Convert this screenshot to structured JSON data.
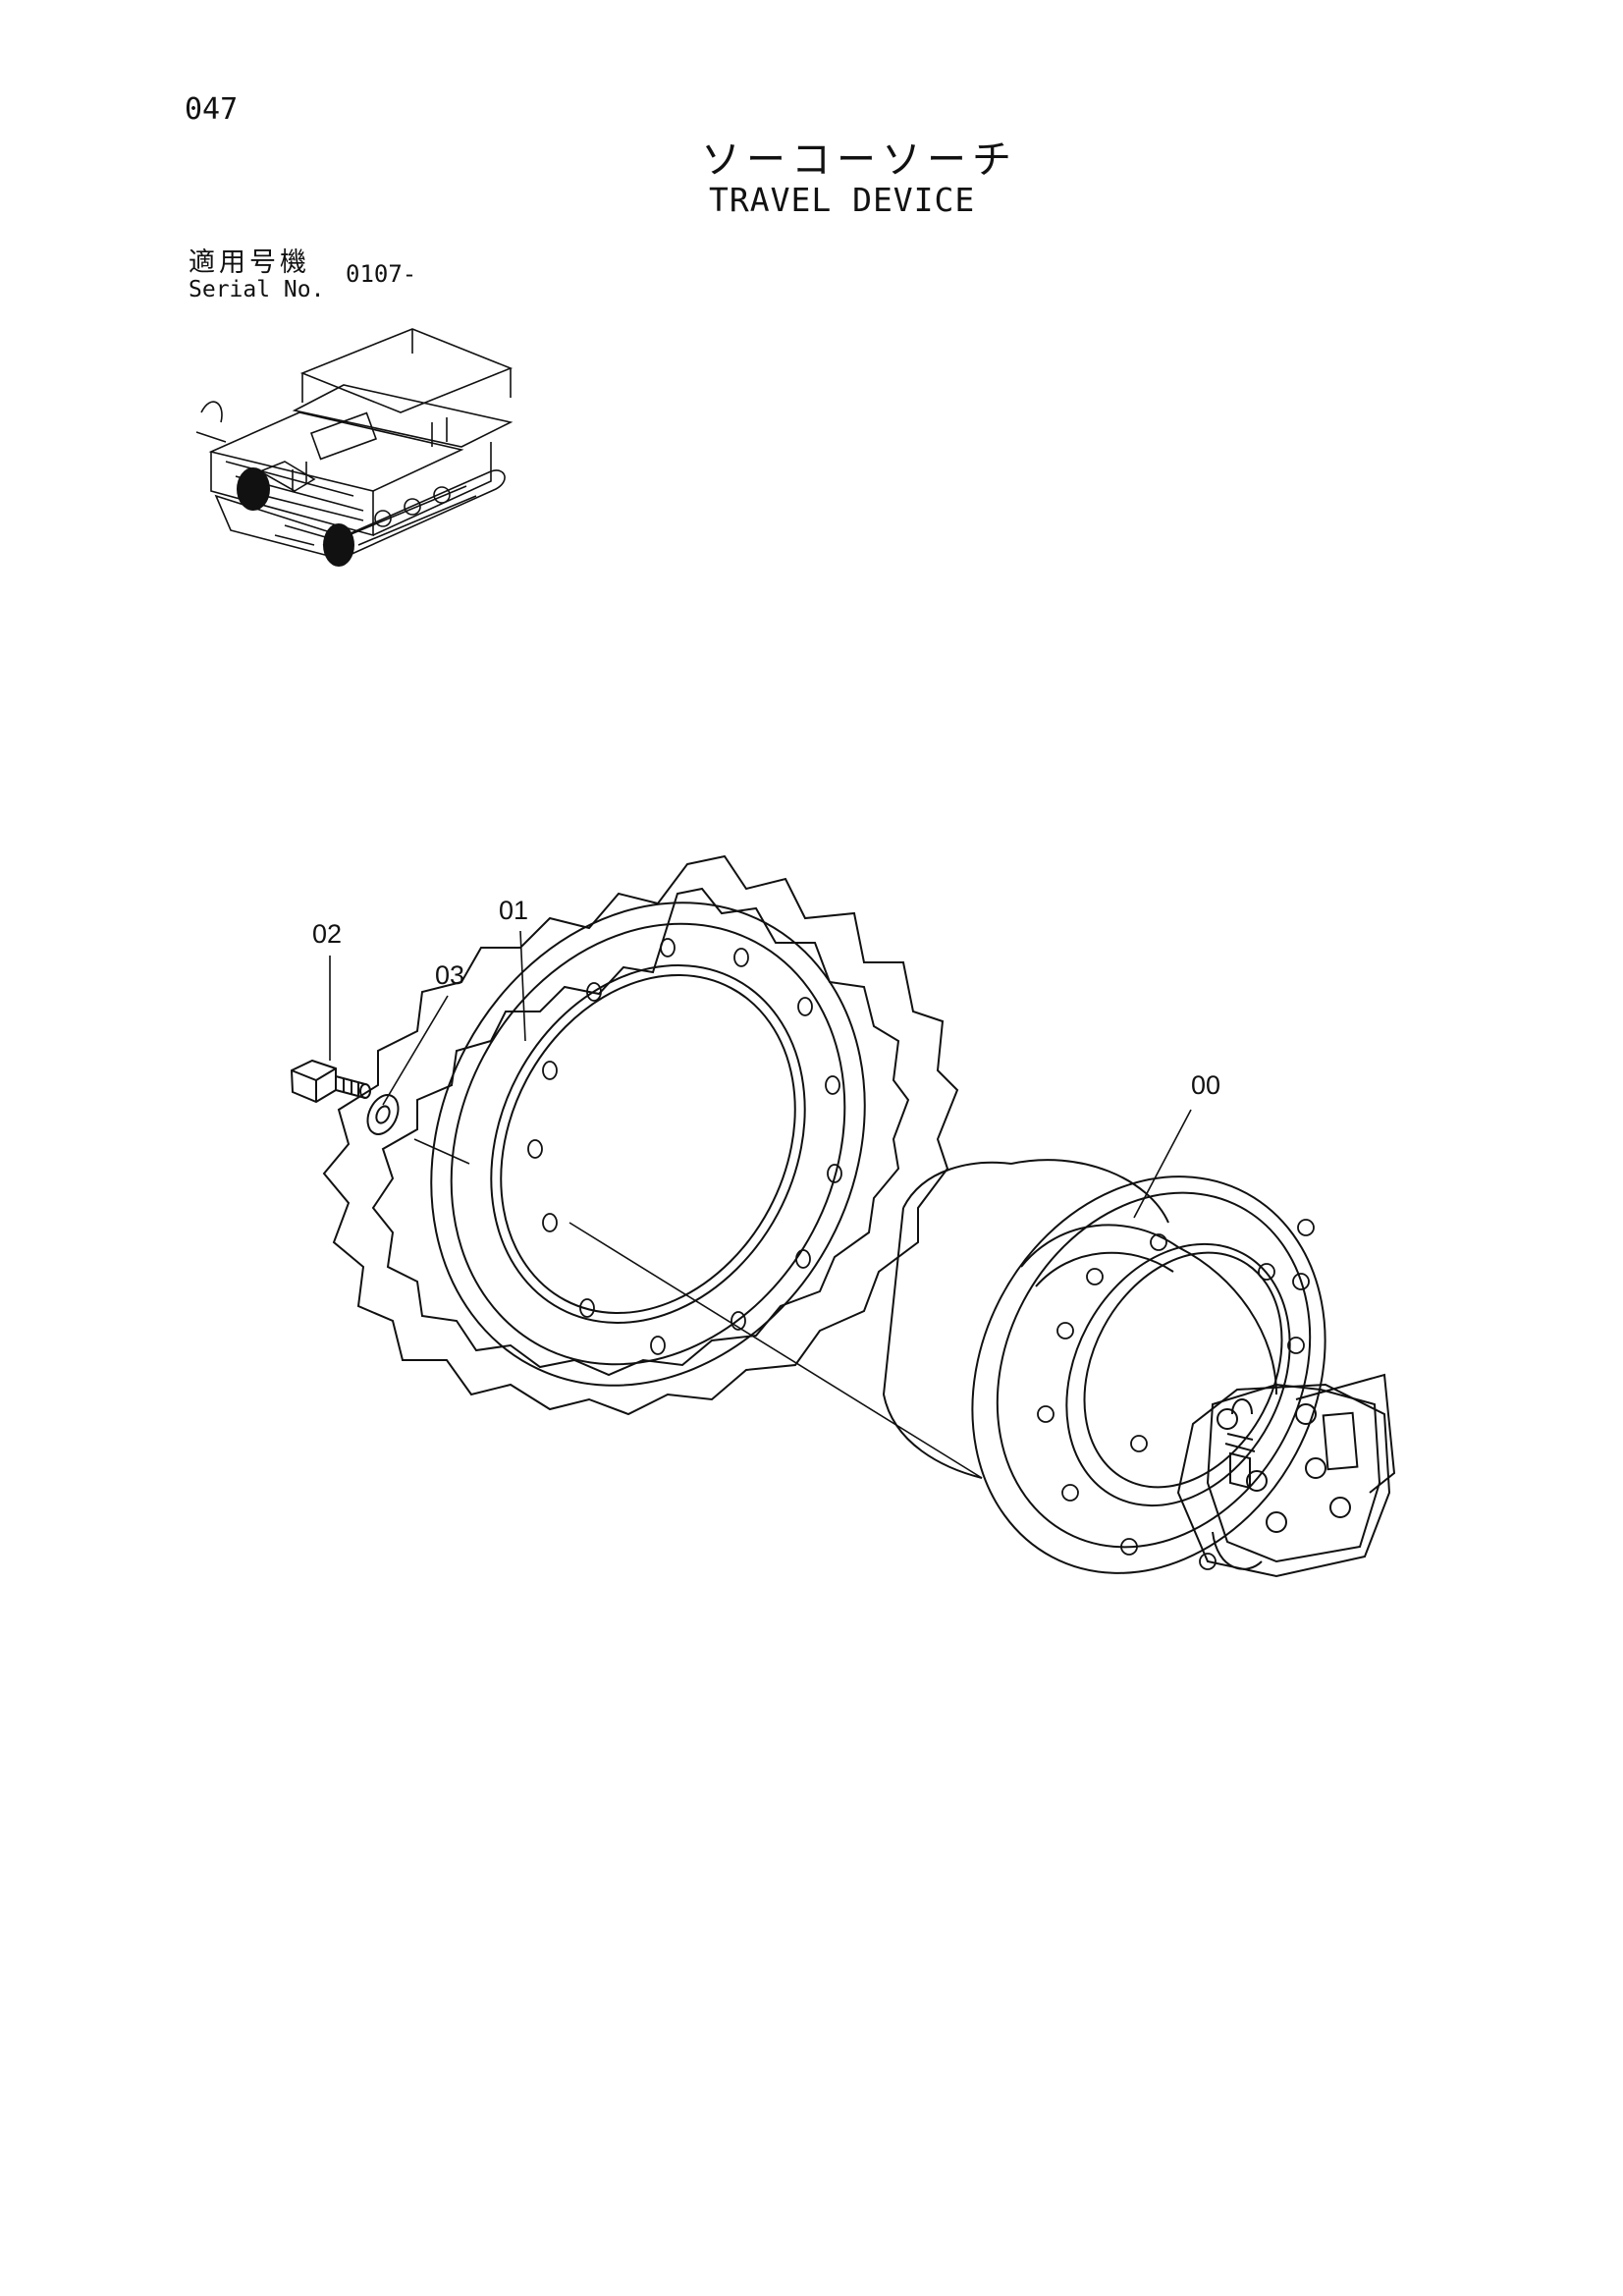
{
  "page_number": "047",
  "title_jp": "ソーコーソーチ",
  "title_en": "TRAVEL DEVICE",
  "serial": {
    "label_jp": "適用号機",
    "label_en": "Serial No.",
    "value": "0107-"
  },
  "callouts": [
    {
      "id": "02",
      "part": "bolt"
    },
    {
      "id": "01",
      "part": "sprocket"
    },
    {
      "id": "03",
      "part": "washer"
    },
    {
      "id": "00",
      "part": "travel-motor"
    }
  ]
}
